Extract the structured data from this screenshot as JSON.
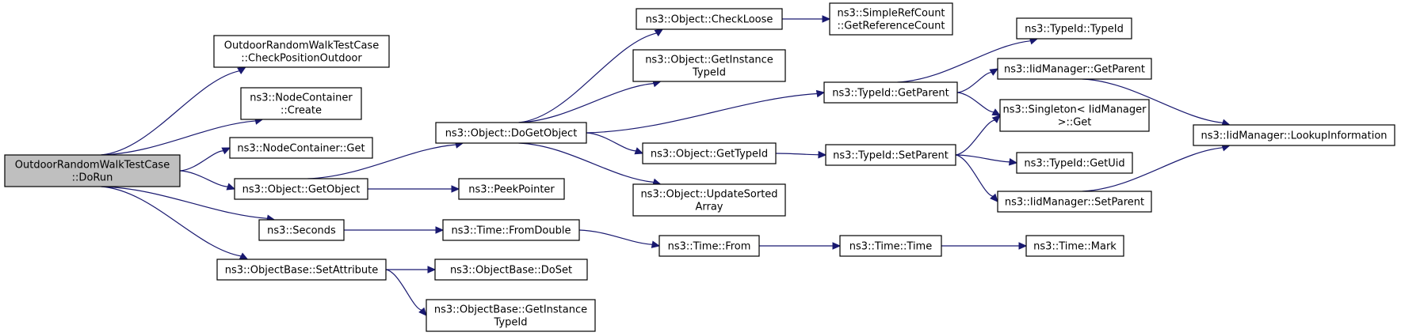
{
  "colors": {
    "edge": "#191970",
    "root_fill": "#bfbfbf",
    "node_fill": "#ffffff",
    "border": "#000000"
  },
  "nodes": [
    {
      "id": "dorun",
      "lines": [
        "OutdoorRandomWalkTestCase",
        "::DoRun"
      ],
      "root": true
    },
    {
      "id": "checkposition",
      "lines": [
        "OutdoorRandomWalkTestCase",
        "::CheckPositionOutdoor"
      ]
    },
    {
      "id": "nodecontainer-create",
      "lines": [
        "ns3::NodeContainer",
        "::Create"
      ]
    },
    {
      "id": "nodecontainer-get",
      "lines": [
        "ns3::NodeContainer::Get"
      ]
    },
    {
      "id": "object-getobject",
      "lines": [
        "ns3::Object::GetObject"
      ]
    },
    {
      "id": "seconds",
      "lines": [
        "ns3::Seconds"
      ]
    },
    {
      "id": "objectbase-setattribute",
      "lines": [
        "ns3::ObjectBase::SetAttribute"
      ]
    },
    {
      "id": "object-dogetobject",
      "lines": [
        "ns3::Object::DoGetObject"
      ]
    },
    {
      "id": "peekpointer",
      "lines": [
        "ns3::PeekPointer"
      ]
    },
    {
      "id": "time-fromdouble",
      "lines": [
        "ns3::Time::FromDouble"
      ]
    },
    {
      "id": "objectbase-doset",
      "lines": [
        "ns3::ObjectBase::DoSet"
      ]
    },
    {
      "id": "objectbase-getinstancetypeid",
      "lines": [
        "ns3::ObjectBase::GetInstance",
        "TypeId"
      ]
    },
    {
      "id": "object-checkloose",
      "lines": [
        "ns3::Object::CheckLoose"
      ]
    },
    {
      "id": "object-getinstancetypeid",
      "lines": [
        "ns3::Object::GetInstance",
        "TypeId"
      ]
    },
    {
      "id": "object-gettypeid",
      "lines": [
        "ns3::Object::GetTypeId"
      ]
    },
    {
      "id": "object-updatesortedarray",
      "lines": [
        "ns3::Object::UpdateSorted",
        "Array"
      ]
    },
    {
      "id": "time-from",
      "lines": [
        "ns3::Time::From"
      ]
    },
    {
      "id": "simplerefcount",
      "lines": [
        "ns3::SimpleRefCount",
        "::GetReferenceCount"
      ]
    },
    {
      "id": "typeid-getparent",
      "lines": [
        "ns3::TypeId::GetParent"
      ]
    },
    {
      "id": "typeid-setparent",
      "lines": [
        "ns3::TypeId::SetParent"
      ]
    },
    {
      "id": "time-time",
      "lines": [
        "ns3::Time::Time"
      ]
    },
    {
      "id": "typeid-typeid",
      "lines": [
        "ns3::TypeId::TypeId"
      ]
    },
    {
      "id": "iidmanager-getparent",
      "lines": [
        "ns3::IidManager::GetParent"
      ]
    },
    {
      "id": "singleton-get",
      "lines": [
        "ns3::Singleton< IidManager",
        ">::Get"
      ]
    },
    {
      "id": "typeid-getuid",
      "lines": [
        "ns3::TypeId::GetUid"
      ]
    },
    {
      "id": "iidmanager-setparent",
      "lines": [
        "ns3::IidManager::SetParent"
      ]
    },
    {
      "id": "time-mark",
      "lines": [
        "ns3::Time::Mark"
      ]
    },
    {
      "id": "iidmanager-lookupinformation",
      "lines": [
        "ns3::IidManager::LookupInformation"
      ]
    }
  ],
  "edges": [
    {
      "from": "dorun",
      "to": "checkposition"
    },
    {
      "from": "dorun",
      "to": "nodecontainer-create"
    },
    {
      "from": "dorun",
      "to": "nodecontainer-get"
    },
    {
      "from": "dorun",
      "to": "object-getobject"
    },
    {
      "from": "dorun",
      "to": "seconds"
    },
    {
      "from": "dorun",
      "to": "objectbase-setattribute"
    },
    {
      "from": "object-getobject",
      "to": "object-dogetobject"
    },
    {
      "from": "object-getobject",
      "to": "peekpointer"
    },
    {
      "from": "seconds",
      "to": "time-fromdouble"
    },
    {
      "from": "objectbase-setattribute",
      "to": "objectbase-doset"
    },
    {
      "from": "objectbase-setattribute",
      "to": "objectbase-getinstancetypeid"
    },
    {
      "from": "object-dogetobject",
      "to": "object-checkloose"
    },
    {
      "from": "object-dogetobject",
      "to": "object-getinstancetypeid"
    },
    {
      "from": "object-dogetobject",
      "to": "typeid-getparent"
    },
    {
      "from": "object-dogetobject",
      "to": "object-gettypeid"
    },
    {
      "from": "object-dogetobject",
      "to": "object-updatesortedarray"
    },
    {
      "from": "time-fromdouble",
      "to": "time-from"
    },
    {
      "from": "object-checkloose",
      "to": "simplerefcount"
    },
    {
      "from": "object-gettypeid",
      "to": "typeid-setparent"
    },
    {
      "from": "time-from",
      "to": "time-time"
    },
    {
      "from": "typeid-getparent",
      "to": "typeid-typeid"
    },
    {
      "from": "typeid-getparent",
      "to": "iidmanager-getparent"
    },
    {
      "from": "typeid-getparent",
      "to": "singleton-get"
    },
    {
      "from": "typeid-setparent",
      "to": "singleton-get"
    },
    {
      "from": "typeid-setparent",
      "to": "typeid-getuid"
    },
    {
      "from": "typeid-setparent",
      "to": "iidmanager-setparent"
    },
    {
      "from": "time-time",
      "to": "time-mark"
    },
    {
      "from": "iidmanager-getparent",
      "to": "iidmanager-lookupinformation"
    },
    {
      "from": "iidmanager-setparent",
      "to": "iidmanager-lookupinformation"
    }
  ]
}
